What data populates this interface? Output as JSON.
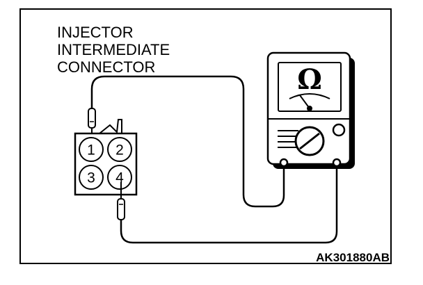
{
  "labels": {
    "line1": "INJECTOR",
    "line2": "INTERMEDIATE",
    "line3": "CONNECTOR"
  },
  "connector": {
    "pins": [
      "1",
      "2",
      "3",
      "4"
    ]
  },
  "meter": {
    "symbol": "Ω",
    "icon": "ohmmeter-icon"
  },
  "figure_code": "AK301880AB"
}
